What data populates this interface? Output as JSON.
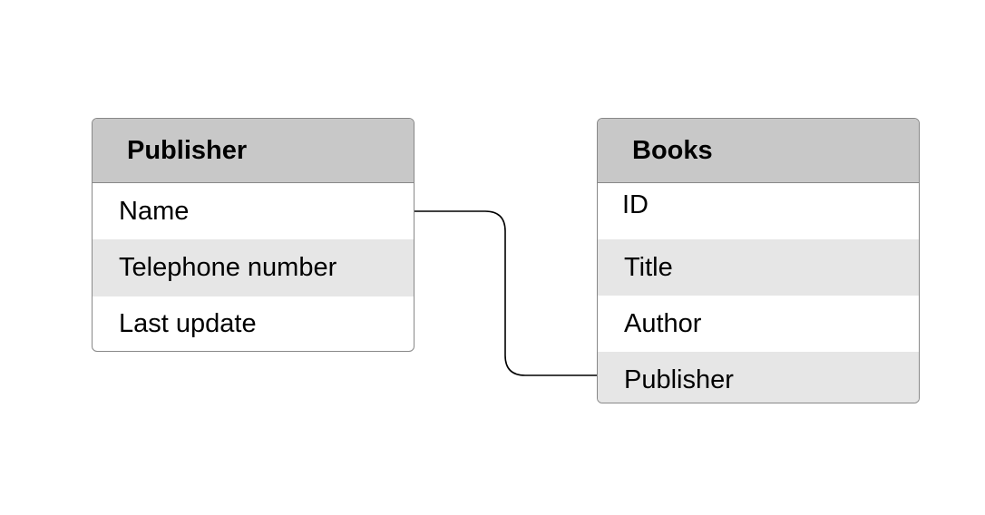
{
  "entities": {
    "publisher": {
      "title": "Publisher",
      "fields": [
        "Name",
        "Telephone number",
        "Last update"
      ]
    },
    "books": {
      "title": "Books",
      "fields": [
        "ID",
        "Title",
        "Author",
        "Publisher"
      ]
    }
  },
  "relationship": {
    "from_entity": "Publisher",
    "from_field": "Name",
    "to_entity": "Books",
    "to_field": "Publisher"
  },
  "colors": {
    "header_fill": "#c8c8c8",
    "alt_row_fill": "#e6e6e6",
    "border": "#888888",
    "connector": "#000000"
  }
}
